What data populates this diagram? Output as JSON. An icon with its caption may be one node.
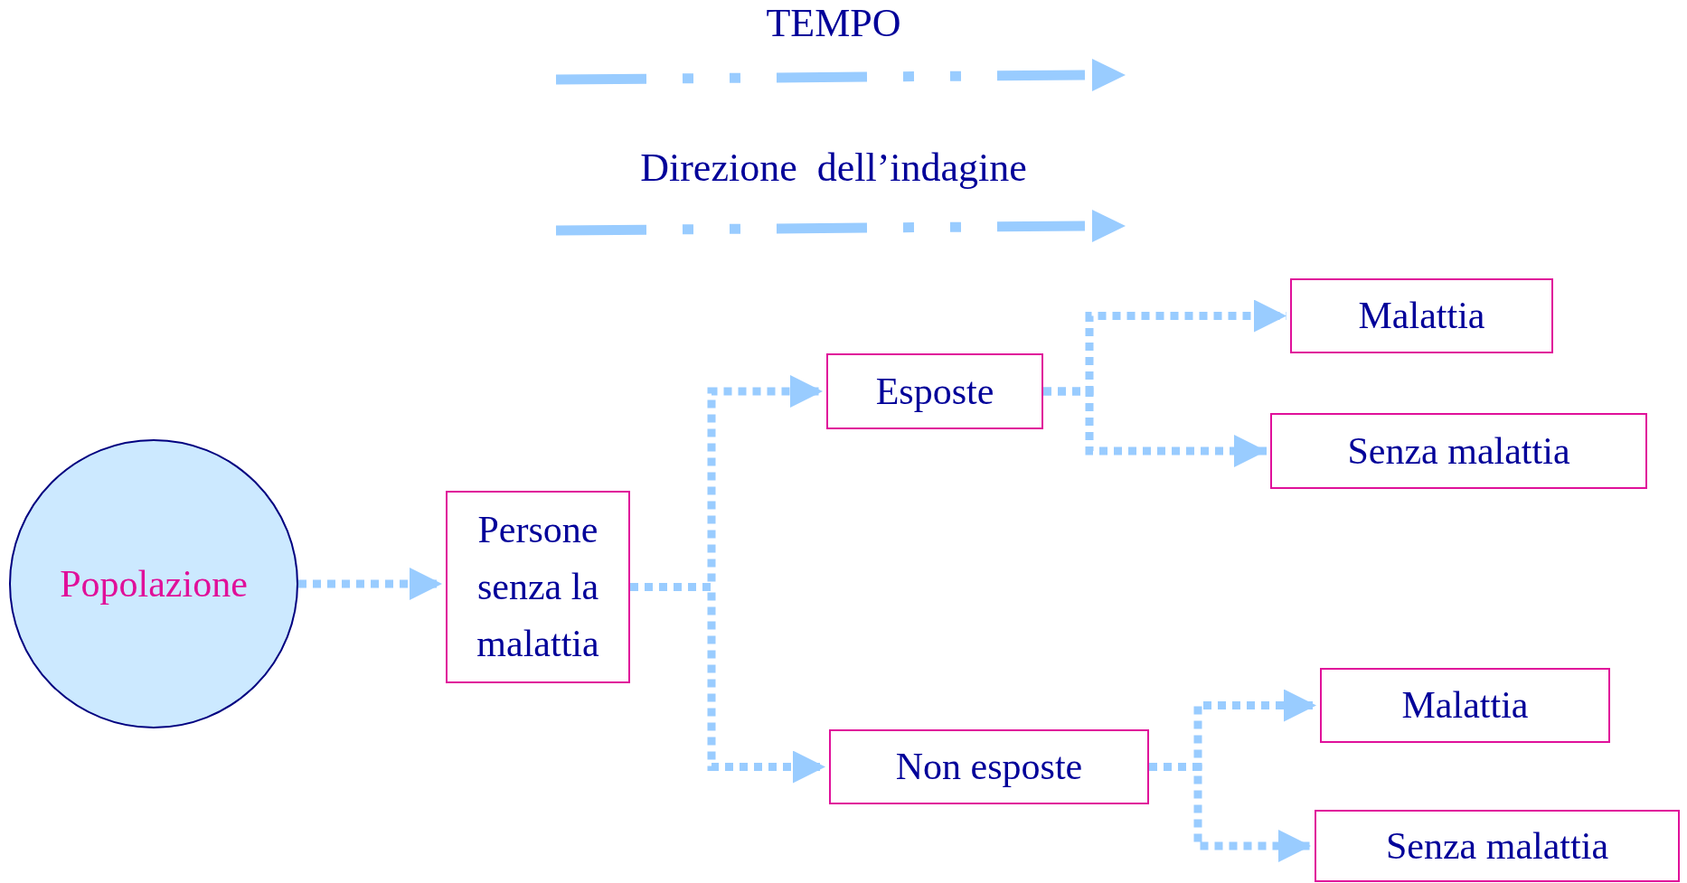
{
  "diagram": {
    "nodes": [
      {
        "text": [
          "Popolazione"
        ]
      },
      {
        "text": [
          "Persone senza la malattia"
        ]
      },
      {
        "text": [
          "Esposte"
        ]
      },
      {
        "text": [
          "Non esposte"
        ]
      },
      {
        "text": [
          "Malattia"
        ]
      },
      {
        "text": [
          "Senza malattia"
        ]
      },
      {
        "text": [
          "Malattia"
        ]
      },
      {
        "text": [
          "Senza malattia"
        ]
      }
    ],
    "edges": [
      {
        "from": 0,
        "to": 1,
        "arrow": "to"
      },
      {
        "from": 1,
        "to": 2,
        "arrow": "to"
      },
      {
        "from": 1,
        "to": 3,
        "arrow": "to"
      },
      {
        "from": 2,
        "to": 4,
        "arrow": "to"
      },
      {
        "from": 2,
        "to": 5,
        "arrow": "to"
      },
      {
        "from": 3,
        "to": 6,
        "arrow": "to"
      },
      {
        "from": 3,
        "to": 7,
        "arrow": "to"
      }
    ],
    "labels": [
      "TEMPO",
      "Direzione  dell’indagine"
    ]
  }
}
